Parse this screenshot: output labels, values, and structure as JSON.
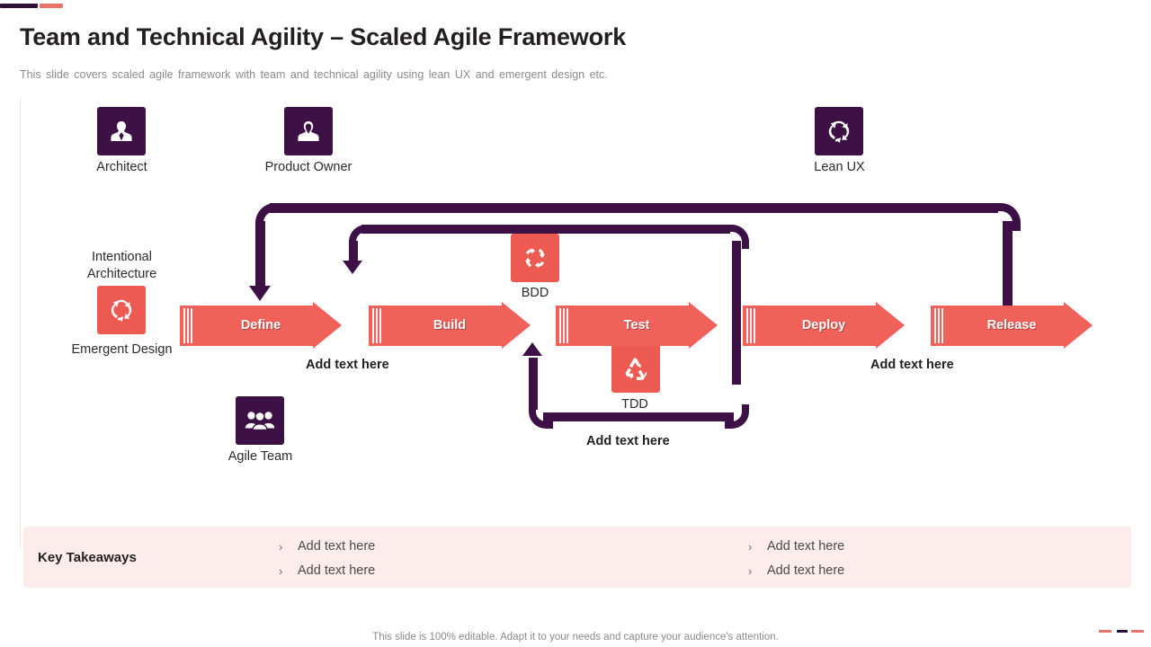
{
  "header": {
    "title": "Team and Technical Agility – Scaled Agile Framework",
    "subtitle": "This slide covers scaled agile framework with team and technical agility using lean UX and emergent design etc."
  },
  "roles": [
    {
      "label": "Architect",
      "icon": "person-architect-icon",
      "color": "#3D1145"
    },
    {
      "label": "Product Owner",
      "icon": "person-owner-icon",
      "color": "#3D1145"
    },
    {
      "label": "Lean UX",
      "icon": "circular-arrows-icon",
      "color": "#3D1145"
    },
    {
      "label": "Agile Team",
      "icon": "people-group-icon",
      "color": "#3D1145"
    }
  ],
  "design": {
    "intentional_label": "Intentional",
    "architecture_label": "Architecture",
    "emergent_label": "Emergent Design",
    "icon": "circular-arrows-icon"
  },
  "practices": [
    {
      "label": "BDD",
      "icon": "four-arrow-cycle-icon",
      "color": "#EC5A52"
    },
    {
      "label": "TDD",
      "icon": "recycle-icon",
      "color": "#EC5A52"
    }
  ],
  "process": {
    "accent": "#EF6159",
    "steps": [
      {
        "label": "Define"
      },
      {
        "label": "Build"
      },
      {
        "label": "Test"
      },
      {
        "label": "Deploy"
      },
      {
        "label": "Release"
      }
    ]
  },
  "annotations": {
    "define_note": "Add text here",
    "release_note": "Add text here",
    "tdd_note": "Add text here"
  },
  "key_takeaways": {
    "title": "Key Takeaways",
    "chevron": "›",
    "column_left": [
      "Add text here",
      "Add text here"
    ],
    "column_right": [
      "Add text here",
      "Add text here"
    ]
  },
  "footer": {
    "text": "This slide is 100% editable. Adapt it to your needs and capture your audience's attention."
  },
  "colors": {
    "purple": "#3D1145",
    "salmon": "#EF6159",
    "panel": "#FCEDEC"
  }
}
